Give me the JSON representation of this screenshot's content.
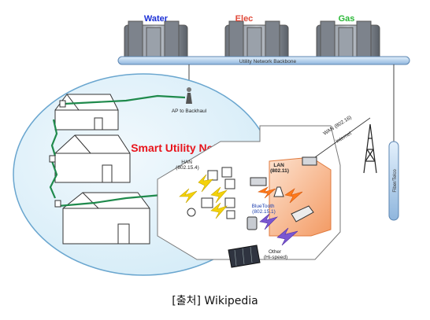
{
  "utilities": {
    "water": {
      "label": "Water",
      "color": "#1a2fd6"
    },
    "elec": {
      "label": "Elec",
      "color": "#e04a3a"
    },
    "gas": {
      "label": "Gas",
      "color": "#2bb838"
    }
  },
  "backbone_label": "Utility Network Backbone",
  "ap_label": "AP to Backhaul",
  "title": {
    "text": "Smart Utility Network",
    "color": "#e8141b"
  },
  "han_label": "HAN\n(802.15.4)",
  "lan_label": "LAN\n(802.11)",
  "bluetooth_label": "BlueTooth\n(802.15.1)",
  "other_label": "Other\n(Hi-speed)",
  "wan_label": "WAN (802.16)",
  "internet_label": "Internet",
  "fiber_label": "Fiber/Telco",
  "caption": "[출처] Wikipedia",
  "colors": {
    "bubble": "#e6f3fb",
    "bubble_stroke": "#6aa6cf",
    "backbone": "#b9d6f2",
    "link_green": "#1f8a4c",
    "bolt_yellow": "#f4d20a",
    "bolt_orange": "#ff7a1a",
    "bolt_purple": "#7a57d1",
    "house_orange": "#f6b48a"
  }
}
